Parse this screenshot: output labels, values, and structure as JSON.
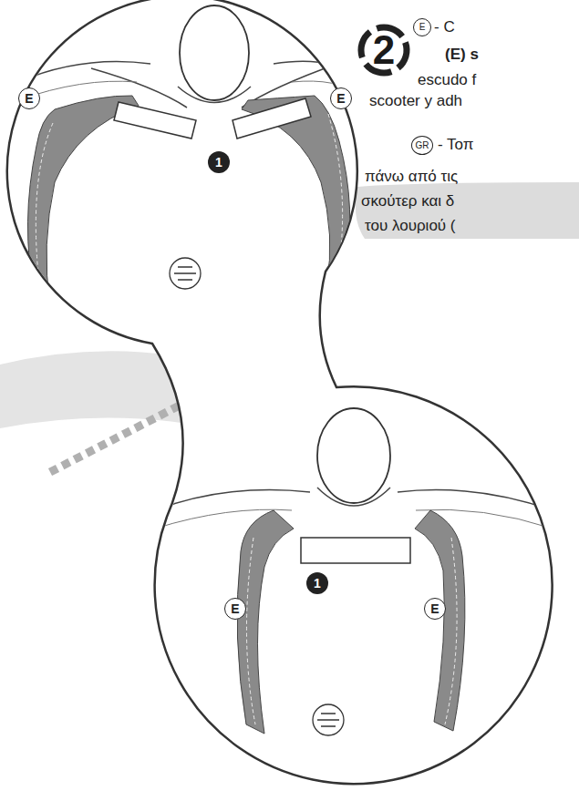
{
  "diagram": {
    "labels": [
      "2",
      "E",
      "- C",
      "(E) s",
      "escudo f",
      "scooter y adh",
      "GR",
      "- Τοπ",
      "πάνω από τις",
      "σκούτερ και δ",
      "του λουριού (",
      "E",
      "E",
      "1",
      "E",
      "E",
      "1"
    ]
  }
}
